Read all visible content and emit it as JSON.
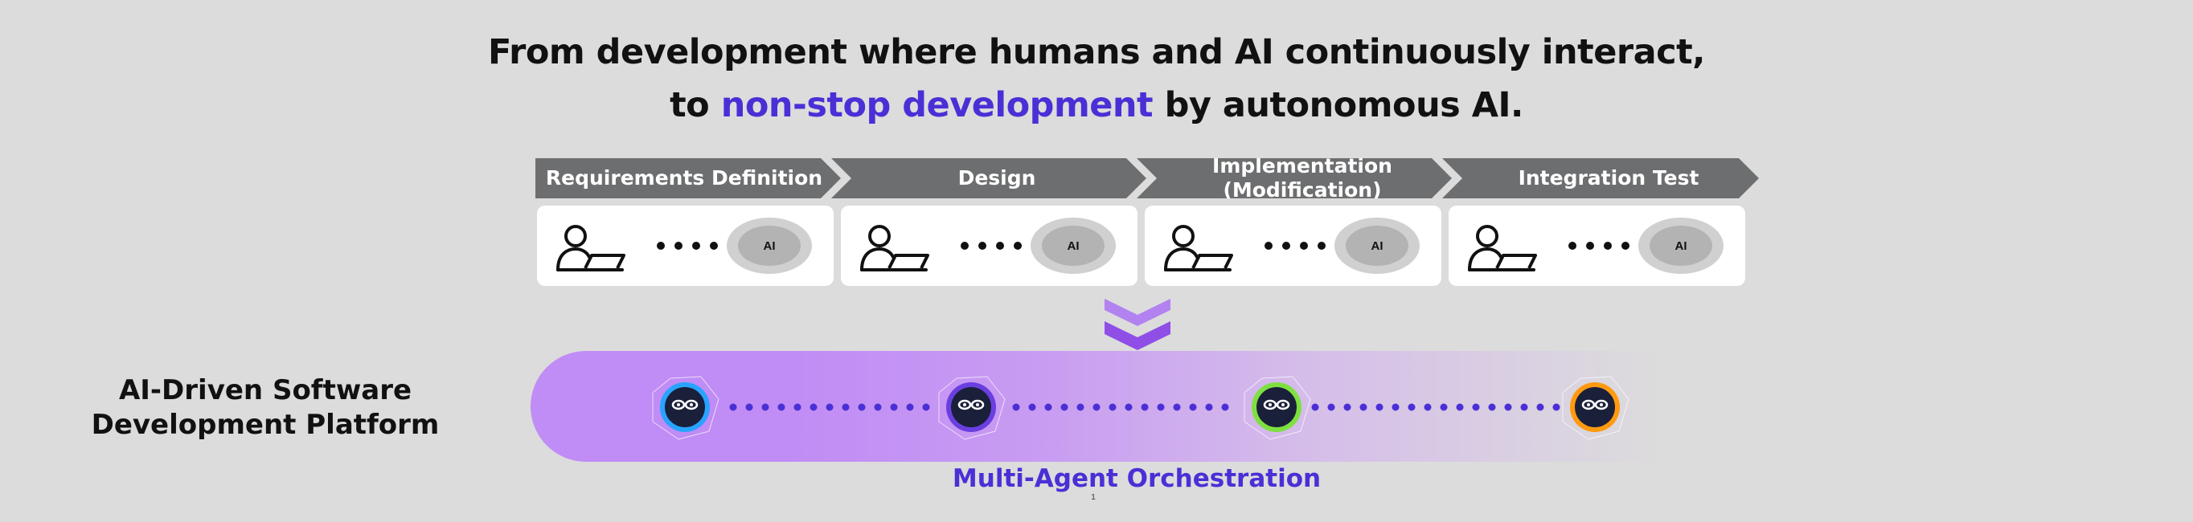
{
  "headline": {
    "line1": "From development where humans and AI continuously interact,",
    "line2_prefix": "to ",
    "line2_accent": "non-stop development",
    "line2_suffix": " by autonomous AI."
  },
  "phases": [
    {
      "label": "Requirements Definition"
    },
    {
      "label": "Design"
    },
    {
      "label": "Implementation\n(Modification)"
    },
    {
      "label": "Integration Test"
    }
  ],
  "cards": [
    {
      "ai_label": "AI"
    },
    {
      "ai_label": "AI"
    },
    {
      "ai_label": "AI"
    },
    {
      "ai_label": "AI"
    }
  ],
  "platform": {
    "label": "AI-Driven Software Development Platform",
    "orchestration_label": "Multi-Agent Orchestration",
    "agent_ring_colors": [
      "#28a4ff",
      "#6a3fe0",
      "#7ee040",
      "#ff9a10"
    ]
  },
  "colors": {
    "accent": "#4b2fd6",
    "band": "#c08cf5",
    "chevron_bar": "#6d6e70"
  },
  "page_number": "1"
}
